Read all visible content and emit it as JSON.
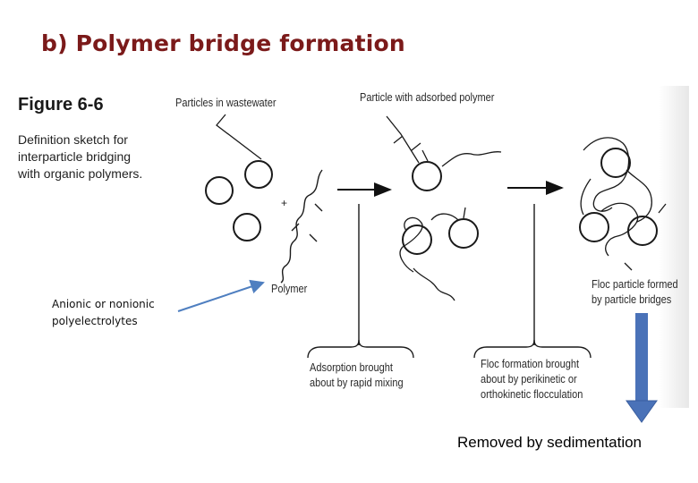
{
  "title": "b) Polymer bridge formation",
  "figure": {
    "label": "Figure 6-6",
    "caption_lines": [
      "Definition sketch for",
      "interparticle bridging",
      "with organic polymers."
    ]
  },
  "labels": {
    "particles_in_wastewater": "Particles in wastewater",
    "particle_with_polymer": "Particle with adsorbed polymer",
    "polymer": "Polymer",
    "floc_particle": [
      "Floc particle formed",
      "by particle bridges"
    ],
    "adsorption": [
      "Adsorption brought",
      "about by rapid mixing"
    ],
    "floc_formation": [
      "Floc formation brought",
      "about by perikinetic or",
      "orthokinetic flocculation"
    ]
  },
  "callout": {
    "lines": [
      "Anionic or nonionic",
      "polyelectrolytes"
    ]
  },
  "sedimentation": {
    "label": "Removed by sedimentation",
    "arrow_color": "#4a72b8"
  },
  "colors": {
    "title": "#7b1a1a",
    "callout_arrow": "#4f7fc0",
    "sketch": "#1a1a1a"
  }
}
